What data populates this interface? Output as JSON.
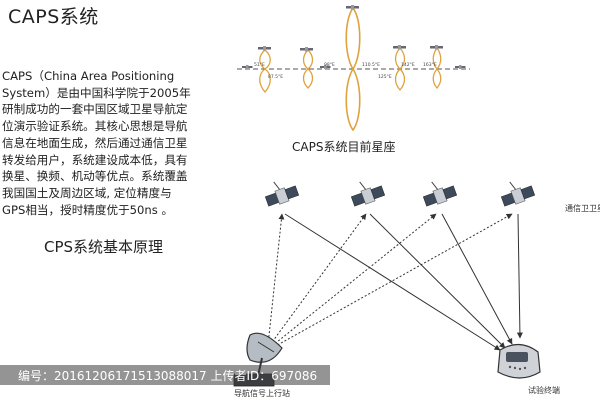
{
  "title": "CAPS系统",
  "description_lines": [
    "CAPS（China Area Positioning",
    "System）是由中国科学院于2005年",
    "研制成功的一套中国区域卫星导航定",
    "位演示验证系统。其核心思想是导航",
    "信息在地面生成，然后通过通信卫星",
    "转发给用户，系统建设成本低，具有",
    "换星、换频、机动等优点。系统覆盖",
    "我国国土及周边区域, 定位精度与",
    "GPS相当，授时精度优于50ns 。"
  ],
  "constellation_caption": "CAPS系统目前星座",
  "principle_title": "CPS系统基本原理",
  "satellite_labels": [
    "87.5°E",
    "110.5°E",
    "142°E",
    "98°E",
    "125°E",
    "163°E",
    "51°E"
  ],
  "comm_satellite_label": "通信卫卫星",
  "ground_station_label": "导航信号上行站",
  "terminal_label": "试验终端",
  "watermark": "编号：20161206171513088017 上传者ID：697086",
  "colors": {
    "orbit_figure8": "#e0a23c",
    "arrow": "#333333",
    "text": "#222222"
  }
}
